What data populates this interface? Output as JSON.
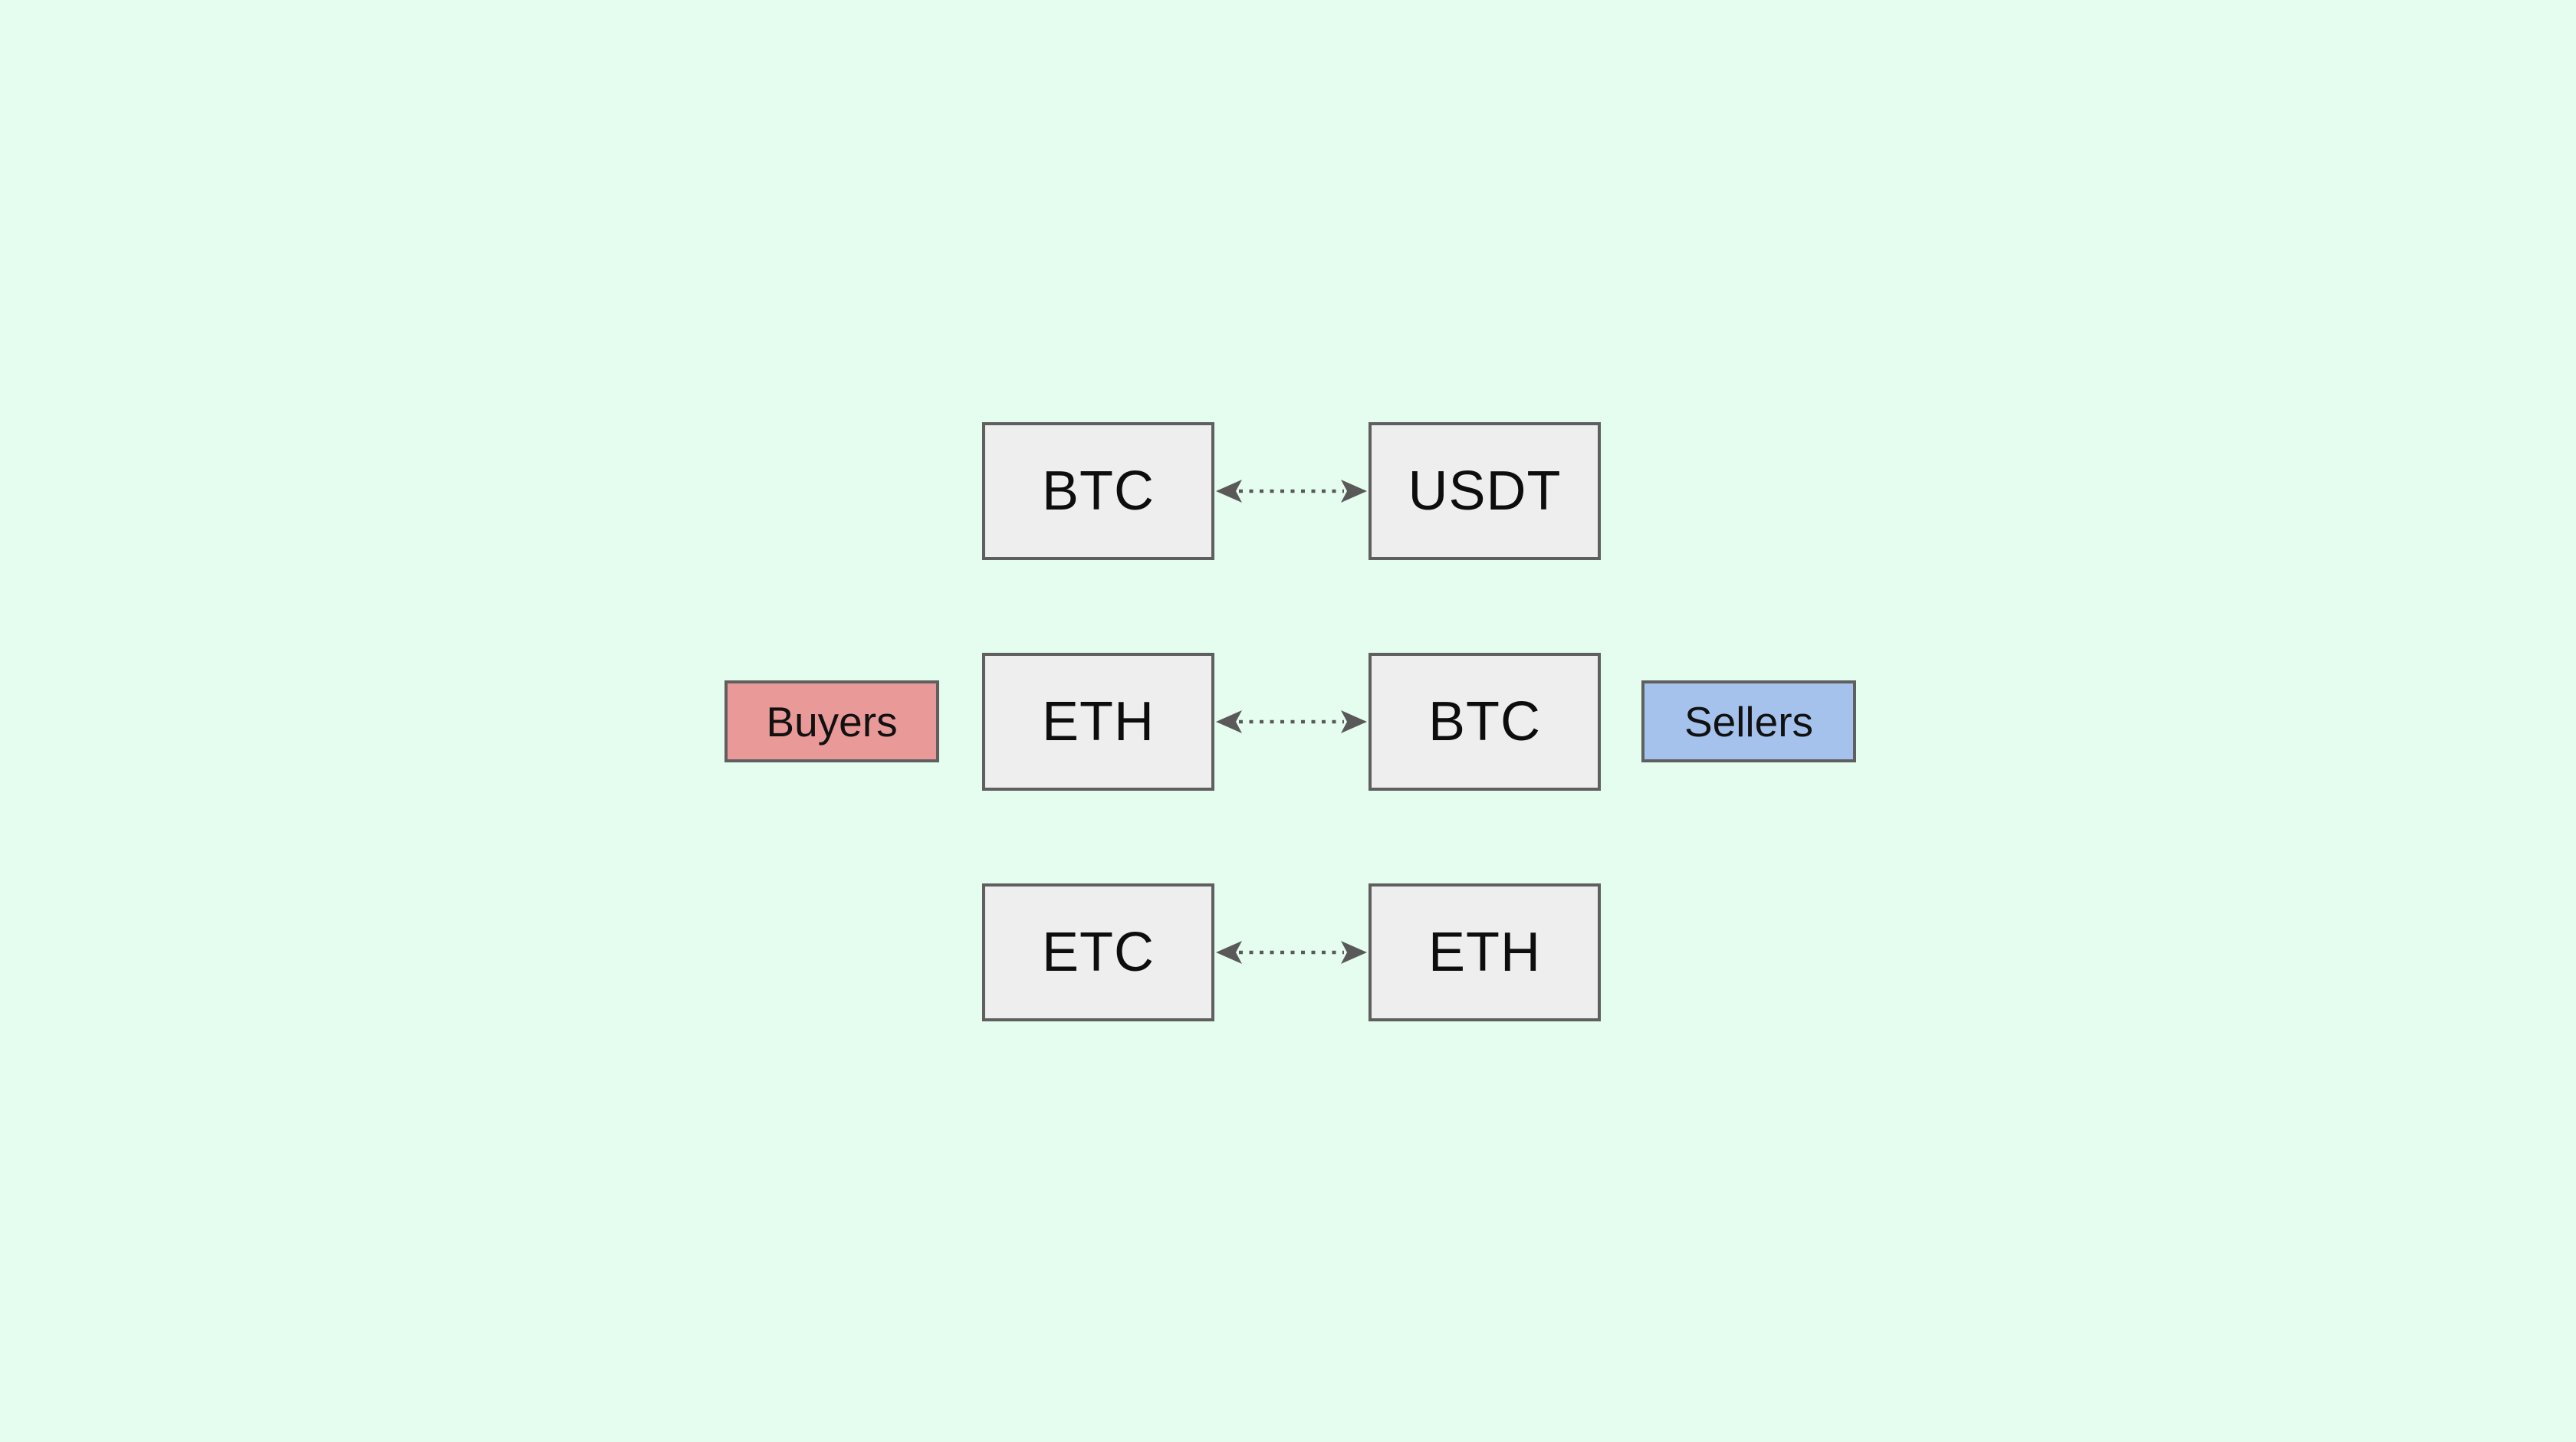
{
  "page": {
    "background_color": "#e4fdee"
  },
  "diagram": {
    "pairs": [
      {
        "left": "BTC",
        "right": "USDT"
      },
      {
        "left": "ETH",
        "right": "BTC"
      },
      {
        "left": "ETC",
        "right": "ETH"
      }
    ],
    "side_labels": {
      "buyers": {
        "label": "Buyers",
        "fill": "#ea9999"
      },
      "sellers": {
        "label": "Sellers",
        "fill": "#a4c2ec"
      }
    },
    "node_style": {
      "fill": "#eeeeee",
      "border_color": "#5f5f5f",
      "text_color": "#0d0d0d"
    },
    "arrow": {
      "color": "#595959",
      "line_style": "dotted",
      "bidirectional": true
    }
  }
}
